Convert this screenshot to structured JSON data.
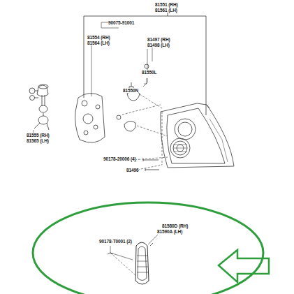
{
  "diagram": {
    "labels": [
      "81551 (RH)",
      "81561 (LH)",
      "90075-91001",
      "81554 (RH)",
      "81564 (LH)",
      "81497 (RH)",
      "81498 (LH)",
      "81550L",
      "81550N",
      "81555 (RH)",
      "81565 (LH)",
      "90178-20006 (4)",
      "81496",
      "81580D (RH)",
      "81590A (LH)",
      "90178-T0001 (2)"
    ]
  }
}
